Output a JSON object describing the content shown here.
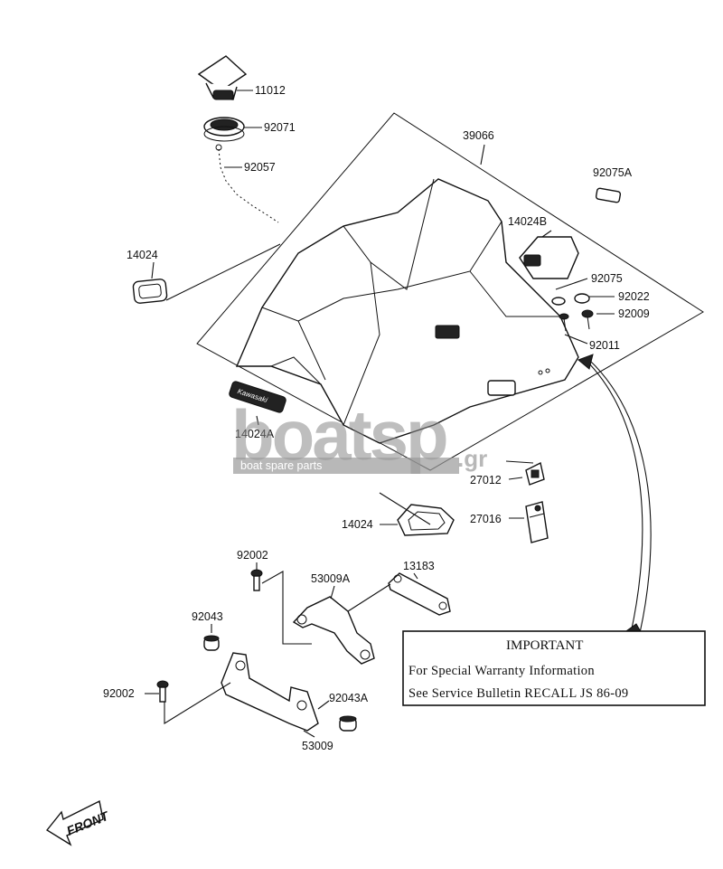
{
  "parts": {
    "p11012": "11012",
    "p92071": "92071",
    "p92057": "92057",
    "p39066": "39066",
    "p92075A": "92075A",
    "p14024B": "14024B",
    "p92075": "92075",
    "p92022": "92022",
    "p92009": "92009",
    "p92011": "92011",
    "p14024_left": "14024",
    "p14024A": "14024A",
    "p27012": "27012",
    "p27016": "27016",
    "p14024_bottom": "14024",
    "p92002_top": "92002",
    "p53009A": "53009A",
    "p13183": "13183",
    "p92043": "92043",
    "p92002_left": "92002",
    "p92043A": "92043A",
    "p53009": "53009"
  },
  "notice": {
    "title": "IMPORTANT",
    "line1": "For Special Warranty Information",
    "line2": "See Service Bulletin RECALL JS 86-09"
  },
  "watermark": {
    "brand": "boatsp",
    "domain": ".gr",
    "tagline": "boat spare parts"
  },
  "brand_plate": "Kawasaki",
  "front_marker": "FRONT"
}
